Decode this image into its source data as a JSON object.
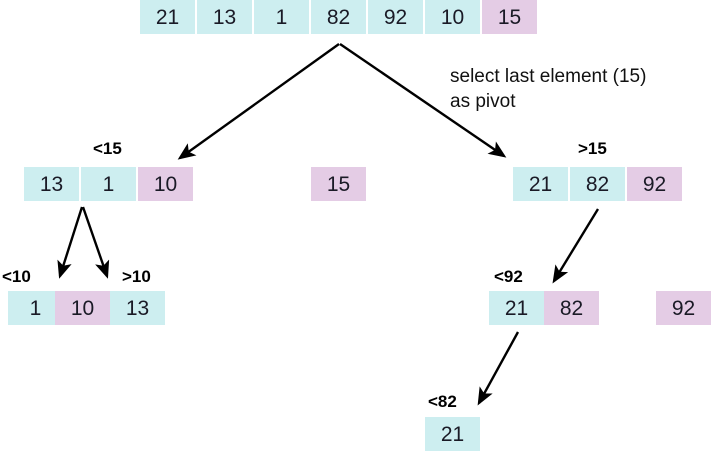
{
  "diagram": {
    "title_note": "select last element (15)\nas pivot",
    "colors": {
      "cyan": "#cdeef0",
      "purple": "#e4cce5",
      "text": "#1a1a26",
      "arrow": "#000000",
      "background": "#ffffff"
    },
    "levels": [
      {
        "name": "level-0-root",
        "groups": [
          {
            "name": "root-array",
            "label": "",
            "cells": [
              {
                "value": "21",
                "fill": "cyan"
              },
              {
                "value": "13",
                "fill": "cyan"
              },
              {
                "value": "1",
                "fill": "cyan"
              },
              {
                "value": "82",
                "fill": "cyan"
              },
              {
                "value": "92",
                "fill": "cyan"
              },
              {
                "value": "10",
                "fill": "cyan"
              },
              {
                "value": "15",
                "fill": "purple"
              }
            ]
          }
        ]
      },
      {
        "name": "level-1-partition",
        "groups": [
          {
            "name": "less-than-15",
            "label": "<15",
            "cells": [
              {
                "value": "13",
                "fill": "cyan"
              },
              {
                "value": "1",
                "fill": "cyan"
              },
              {
                "value": "10",
                "fill": "purple"
              }
            ]
          },
          {
            "name": "pivot-15",
            "label": "",
            "cells": [
              {
                "value": "15",
                "fill": "purple"
              }
            ]
          },
          {
            "name": "greater-than-15",
            "label": ">15",
            "cells": [
              {
                "value": "21",
                "fill": "cyan"
              },
              {
                "value": "82",
                "fill": "cyan"
              },
              {
                "value": "92",
                "fill": "purple"
              }
            ]
          }
        ]
      },
      {
        "name": "level-2-partition",
        "groups": [
          {
            "name": "less-than-10",
            "label": "<10",
            "cells": [
              {
                "value": "1",
                "fill": "cyan"
              }
            ]
          },
          {
            "name": "pivot-10",
            "label": "",
            "cells": [
              {
                "value": "10",
                "fill": "purple"
              }
            ]
          },
          {
            "name": "greater-than-10",
            "label": ">10",
            "cells": [
              {
                "value": "13",
                "fill": "cyan"
              }
            ]
          },
          {
            "name": "less-than-92",
            "label": "<92",
            "cells": [
              {
                "value": "21",
                "fill": "cyan"
              },
              {
                "value": "82",
                "fill": "purple"
              }
            ]
          },
          {
            "name": "pivot-92",
            "label": "",
            "cells": [
              {
                "value": "92",
                "fill": "purple"
              }
            ]
          }
        ]
      },
      {
        "name": "level-3-partition",
        "groups": [
          {
            "name": "less-than-82",
            "label": "<82",
            "cells": [
              {
                "value": "21",
                "fill": "cyan"
              }
            ]
          }
        ]
      }
    ]
  },
  "cells": {
    "r0c0": "21",
    "r0c1": "13",
    "r0c2": "1",
    "r0c3": "82",
    "r0c4": "92",
    "r0c5": "10",
    "r0c6": "15",
    "r1a0": "13",
    "r1a1": "1",
    "r1a2": "10",
    "r1b0": "15",
    "r1c0": "21",
    "r1c1": "82",
    "r1c2": "92",
    "r2a0": "1",
    "r2a1": "10",
    "r2a2": "13",
    "r2b0": "21",
    "r2b1": "82",
    "r2b2": "92",
    "r3a0": "21"
  },
  "labels": {
    "lt15": "<15",
    "gt15": ">15",
    "lt10": "<10",
    "gt10": ">10",
    "lt92": "<92",
    "lt82": "<82",
    "pivot_note_line1": "select last element (15)",
    "pivot_note_line2": "as pivot"
  }
}
